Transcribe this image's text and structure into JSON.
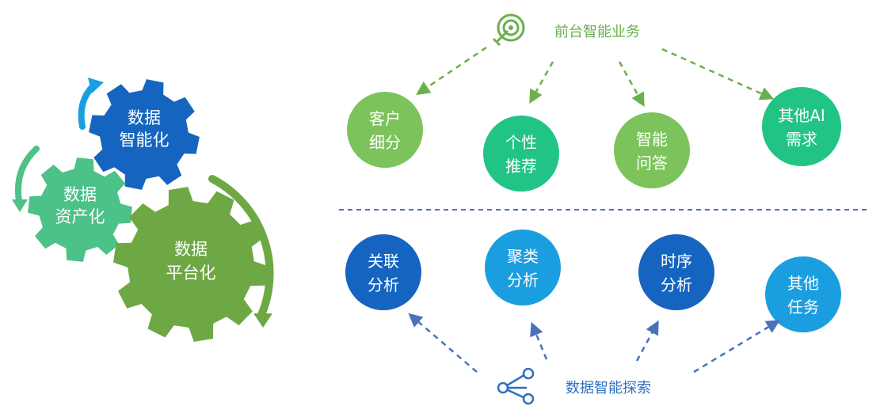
{
  "gears": {
    "intelligent": {
      "line1": "数据",
      "line2": "智能化",
      "color": "#1565c0"
    },
    "asset": {
      "line1": "数据",
      "line2": "资产化",
      "color": "#4cc188"
    },
    "platform": {
      "line1": "数据",
      "line2": "平台化",
      "color": "#6ea844"
    }
  },
  "top": {
    "title": "前台智能业务",
    "title_color": "#6ab04c",
    "icon": "target-arrow-icon",
    "nodes": [
      {
        "line1": "客户",
        "line2": "细分",
        "color": "#7cc35c"
      },
      {
        "line1": "个性",
        "line2": "推荐",
        "color": "#22c486"
      },
      {
        "line1": "智能",
        "line2": "问答",
        "color": "#7cc35c"
      },
      {
        "line1": "其他AI",
        "line2": "需求",
        "color": "#22c486"
      }
    ]
  },
  "bottom": {
    "title": "数据智能探索",
    "title_color": "#2f6fbf",
    "icon": "share-network-icon",
    "nodes": [
      {
        "line1": "关联",
        "line2": "分析",
        "color": "#1565c0"
      },
      {
        "line1": "聚类",
        "line2": "分析",
        "color": "#1b9ee0"
      },
      {
        "line1": "时序",
        "line2": "分析",
        "color": "#1565c0"
      },
      {
        "line1": "其他",
        "line2": "任务",
        "color": "#1b9ee0"
      }
    ]
  }
}
